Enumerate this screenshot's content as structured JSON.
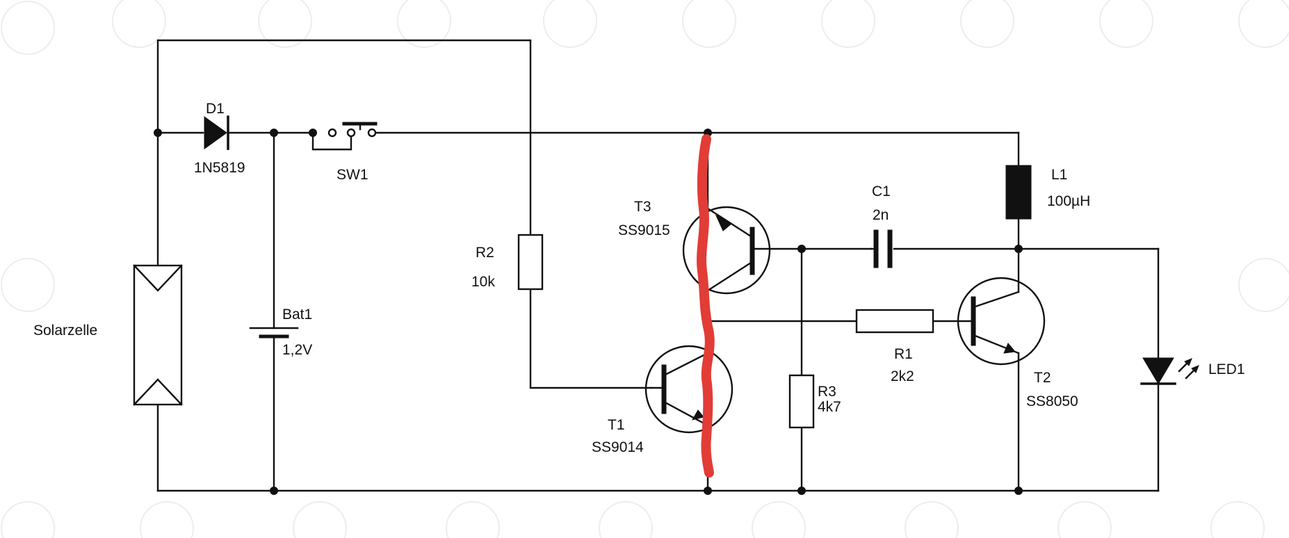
{
  "labels": {
    "solar_cell": "Solarzelle",
    "d1_ref": "D1",
    "d1_val": "1N5819",
    "sw1_ref": "SW1",
    "bat1_ref": "Bat1",
    "bat1_val": "1,2V",
    "r2_ref": "R2",
    "r2_val": "10k",
    "t3_ref": "T3",
    "t3_val": "SS9015",
    "t1_ref": "T1",
    "t1_val": "SS9014",
    "c1_ref": "C1",
    "c1_val": "2n",
    "l1_ref": "L1",
    "l1_val": "100µH",
    "r3_ref": "R3",
    "r3_val": "4k7",
    "r1_ref": "R1",
    "r1_val": "2k2",
    "t2_ref": "T2",
    "t2_val": "SS8050",
    "led1_ref": "LED1"
  },
  "colors": {
    "ink": "#111111",
    "annotation": "#e23c36",
    "background": "#ffffff"
  },
  "annotation": {
    "shape": "red hand-drawn vertical stroke over T3/T1 column"
  }
}
